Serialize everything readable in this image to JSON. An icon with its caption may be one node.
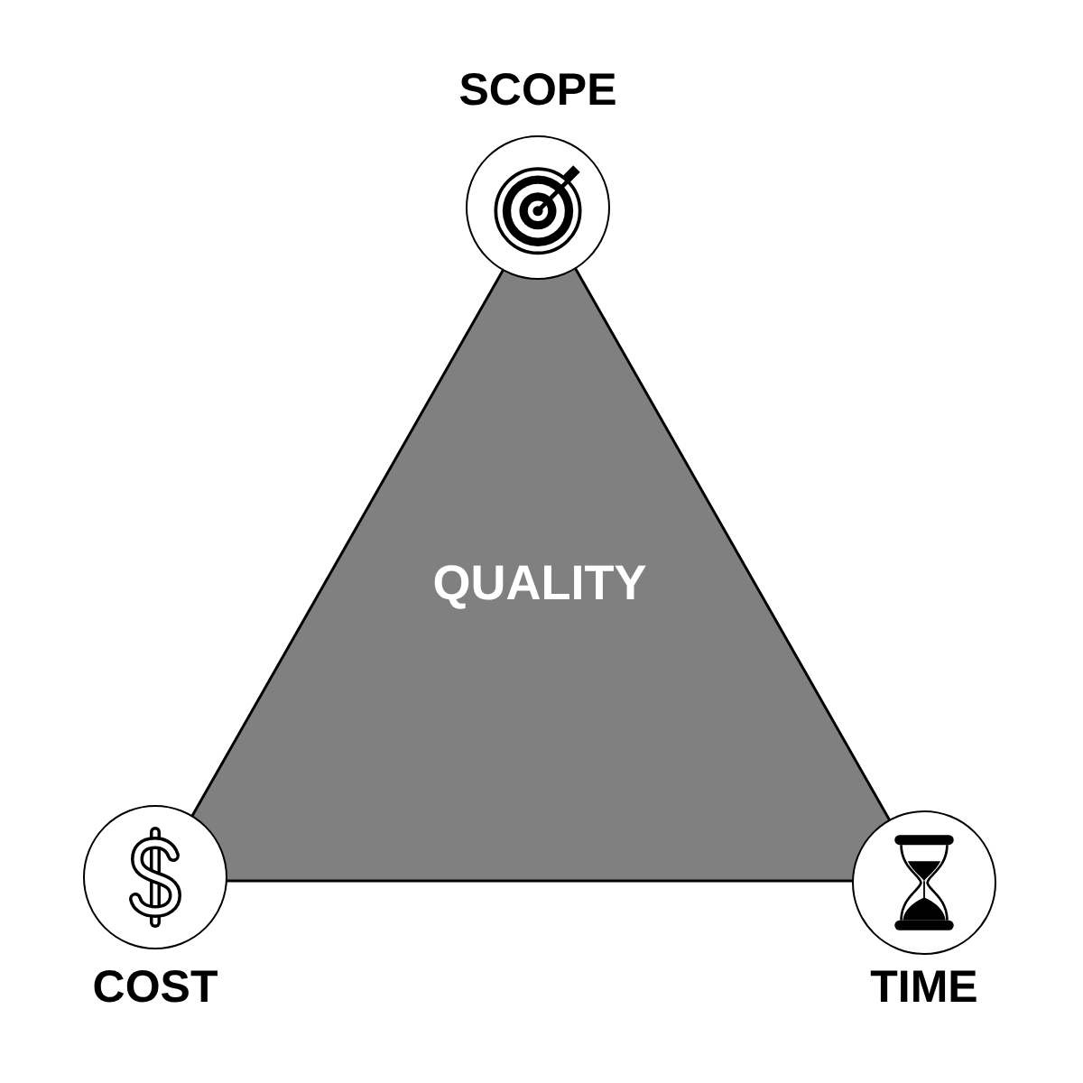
{
  "diagram": {
    "nodes": [
      {
        "text": [
          "SCOPE"
        ]
      },
      {
        "text": [
          "QUALITY"
        ]
      },
      {
        "text": [
          "COST"
        ]
      },
      {
        "text": [
          "TIME"
        ]
      }
    ]
  }
}
